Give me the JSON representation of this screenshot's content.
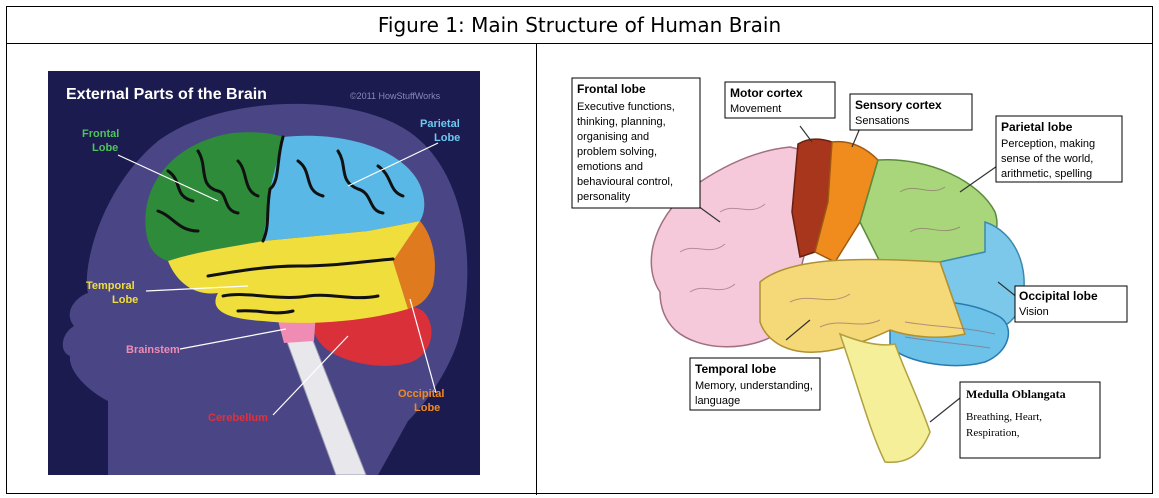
{
  "figure": {
    "caption": "Figure 1: Main Structure of Human Brain"
  },
  "left_diagram": {
    "title": "External Parts of the Brain",
    "copyright": "©2011 HowStuffWorks",
    "labels": {
      "frontal_line1": "Frontal",
      "frontal_line2": "Lobe",
      "parietal_line1": "Parietal",
      "parietal_line2": "Lobe",
      "temporal_line1": "Temporal",
      "temporal_line2": "Lobe",
      "brainstem": "Brainstem",
      "cerebellum": "Cerebellum",
      "occipital_line1": "Occipital",
      "occipital_line2": "Lobe"
    },
    "colors": {
      "background": "#1c1b4f",
      "frontal": "#2e8b3a",
      "parietal": "#5ab8e6",
      "temporal": "#f0de3c",
      "occipital": "#e07a1e",
      "cerebellum": "#d9303a",
      "brainstem": "#f08cb4",
      "frontal_text": "#4cc45a",
      "parietal_text": "#6ec8f0",
      "temporal_text": "#f0de3c",
      "brainstem_text": "#f08cb4",
      "cerebellum_text": "#e0303a",
      "occipital_text": "#f08a20"
    }
  },
  "right_diagram": {
    "frontal": {
      "title": "Frontal lobe",
      "lines": [
        "Executive functions,",
        "thinking, planning,",
        "organising and",
        "problem solving,",
        "emotions and",
        "behavioural control,",
        "personality"
      ]
    },
    "motor": {
      "title": "Motor cortex",
      "lines": [
        "Movement"
      ]
    },
    "sensory": {
      "title": "Sensory cortex",
      "lines": [
        "Sensations"
      ]
    },
    "parietal": {
      "title": "Parietal lobe",
      "lines": [
        "Perception, making",
        "sense of the world,",
        "arithmetic, spelling"
      ]
    },
    "occipital": {
      "title": "Occipital lobe",
      "lines": [
        "Vision"
      ]
    },
    "temporal": {
      "title": "Temporal lobe",
      "lines": [
        "Memory, understanding,",
        "language"
      ]
    },
    "medulla": {
      "title": "Medulla Oblangata",
      "lines": [
        "Breathing, Heart,",
        "Respiration,"
      ]
    }
  }
}
